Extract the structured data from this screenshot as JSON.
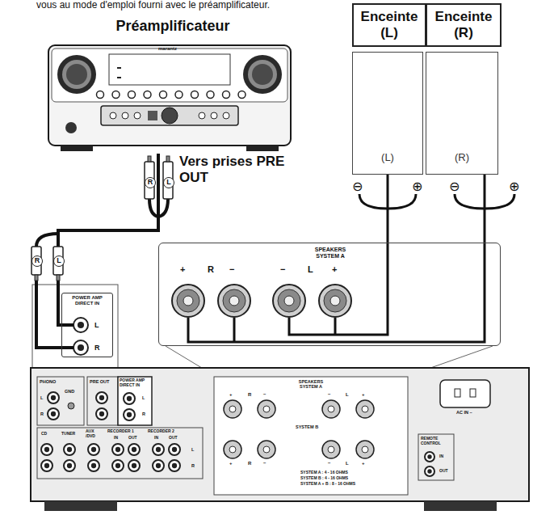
{
  "diagram": {
    "nodes": [
      {
        "text": [
          "Préamplificateur"
        ]
      },
      {
        "text": [
          "Enceinte (L)"
        ]
      },
      {
        "text": [
          "(L)"
        ]
      },
      {
        "text": [
          "Enceinte (R)"
        ]
      },
      {
        "text": [
          "(R)"
        ]
      },
      {
        "text": [
          "SPEAKERS SYSTEM A",
          "+",
          "R",
          "−",
          "−",
          "L",
          "+"
        ]
      },
      {
        "text": [
          "POWER AMP DIRECT IN",
          "L",
          "R"
        ]
      }
    ],
    "edges": [
      {
        "from": 0,
        "to": 6,
        "arrow": "none"
      },
      {
        "from": 2,
        "to": 5,
        "arrow": "none"
      },
      {
        "from": 4,
        "to": 5,
        "arrow": "none"
      }
    ],
    "labels": [
      "vous au mode d'emploi fourni avec le préamplificateur.",
      "marantz",
      "R",
      "L",
      "Vers prises PRE OUT",
      "R",
      "L",
      "⊖",
      "⊕",
      "⊖",
      "⊕",
      "PHONO",
      "L",
      "R",
      "GND",
      "PRE OUT",
      "POWER AMP DIRECT IN",
      "L",
      "R",
      "CD",
      "TUNER",
      "AUX /DVD",
      "RECORDER 1",
      "IN",
      "OUT",
      "RECORDER 2",
      "IN",
      "OUT",
      "L",
      "R",
      "SPEAKERS SYSTEM A",
      "+",
      "R",
      "−",
      "−",
      "L",
      "+",
      "SYSTEM B",
      "+",
      "R",
      "−",
      "−",
      "L",
      "+",
      "SYSTEM A : 4 - 16 OHMS",
      "SYSTEM B : 4 - 16 OHMS",
      "SYSTEM A + B : 8 - 16 OHMS",
      "AC IN ~",
      "REMOTE CONTROL",
      "IN",
      "OUT"
    ]
  }
}
